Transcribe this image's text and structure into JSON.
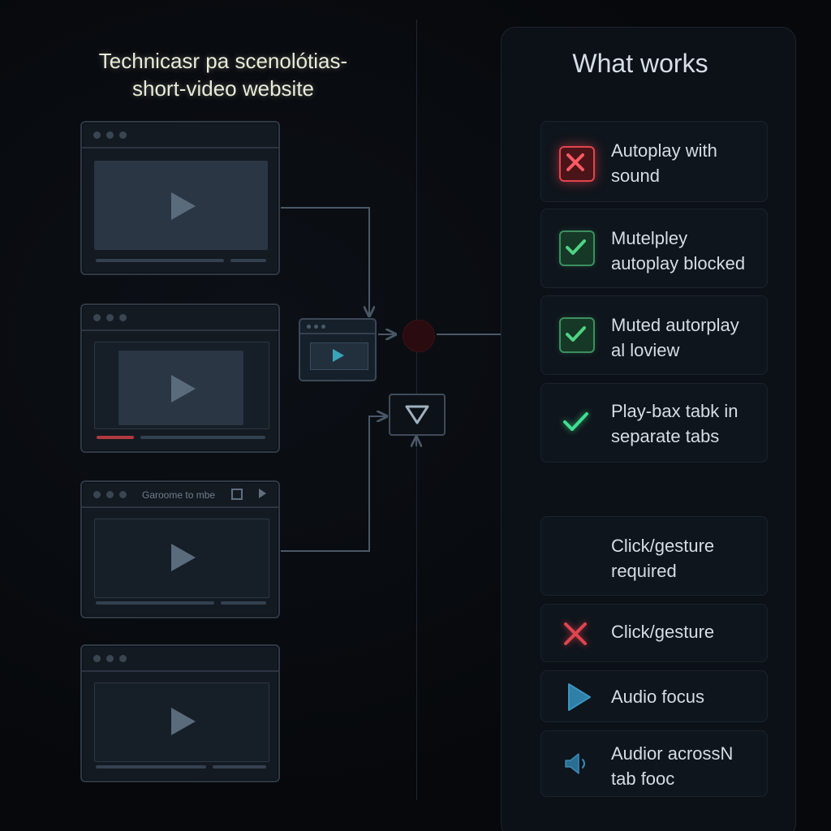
{
  "diagram": {
    "title_line1": "Technicasr pa scenolótias-",
    "title_line2": "short-video website",
    "panel_title": "What works",
    "browser_tab_text": "Garoome to mbe"
  },
  "results": [
    {
      "label_line1": "Autoplay with",
      "label_line2": "sound",
      "status": "blocked",
      "icon": "x-icon"
    },
    {
      "label_line1": "Mutelpley",
      "label_line2": "autoplay blocked",
      "status": "allowed",
      "icon": "check-icon"
    },
    {
      "label_line1": "Muted autorplay",
      "label_line2": "al loview",
      "status": "allowed",
      "icon": "check-icon"
    },
    {
      "label_line1": "Play-bax tabk in",
      "label_line2": "separate tabs",
      "status": "allowed",
      "icon": "check-icon"
    },
    {
      "label_line1": "Click/gesture",
      "label_line2": "required",
      "status": "neutral",
      "icon": ""
    },
    {
      "label_line1": "Click/gesture",
      "label_line2": "",
      "status": "blocked",
      "icon": "x-icon"
    },
    {
      "label_line1": "Audio focus",
      "label_line2": "",
      "status": "neutral",
      "icon": "play-icon"
    },
    {
      "label_line1": "Audior acrossN",
      "label_line2": "tab fooc",
      "status": "neutral",
      "icon": "speaker-icon"
    }
  ],
  "colors": {
    "blocked": "#e0454f",
    "allowed": "#3fd07a",
    "accent": "#3aa3b8",
    "connector": "#4a5866"
  }
}
